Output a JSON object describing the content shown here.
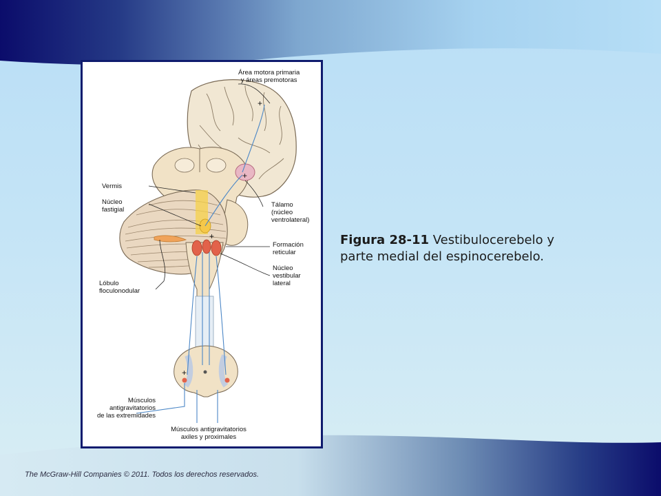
{
  "slide": {
    "colors": {
      "navy": "#0b0c6b",
      "sky": "#b9def6",
      "frame": "#0f1b6e"
    },
    "caption": {
      "figure_number": "Figura 28-11",
      "text_line1": " Vestibulocerebelo y",
      "text_line2": "parte medial del espinocerebelo."
    },
    "footer": "The McGraw-Hill  Companies © 2011.  Todos los derechos reservados."
  },
  "figure": {
    "labels": {
      "area_motora_1": "Área motora primaria",
      "area_motora_2": "y áreas premotoras",
      "vermis": "Vermis",
      "nucleo_fastigial_1": "Núcleo",
      "nucleo_fastigial_2": "fastigial",
      "talamo_1": "Tálamo",
      "talamo_2": "(núcleo",
      "talamo_3": "ventrolateral)",
      "formacion_1": "Formación",
      "formacion_2": "reticular",
      "vestibular_1": "Núcleo",
      "vestibular_2": "vestibular",
      "vestibular_3": "lateral",
      "lobulo_1": "Lóbulo",
      "lobulo_2": "floculonodular",
      "musculos_ext_1": "Músculos",
      "musculos_ext_2": "antigravitatorios",
      "musculos_ext_3": "de las extremidades",
      "musculos_axiles_1": "Músculos antigravitatorios",
      "musculos_axiles_2": "axiles y proximales"
    },
    "signs": {
      "plus": "+"
    }
  }
}
